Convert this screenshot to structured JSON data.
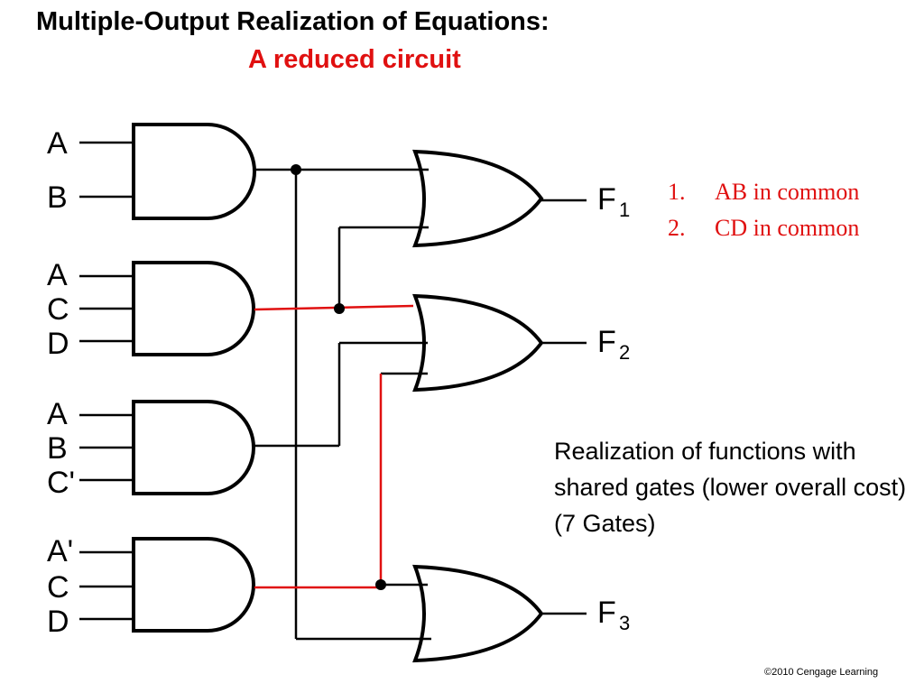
{
  "title": "Multiple-Output Realization of Equations:",
  "subtitle": "A reduced circuit",
  "notes": [
    {
      "num": "1.",
      "text": "AB in common"
    },
    {
      "num": "2.",
      "text": "CD in common"
    }
  ],
  "description": "Realization of functions with shared gates (lower overall cost) (7 Gates)",
  "copyright": "©2010 Cengage Learning",
  "circuit": {
    "and_gates": [
      {
        "inputs": [
          "A",
          "B"
        ]
      },
      {
        "inputs": [
          "A",
          "C",
          "D"
        ]
      },
      {
        "inputs": [
          "A",
          "B",
          "C'"
        ]
      },
      {
        "inputs": [
          "A'",
          "C",
          "D"
        ]
      }
    ],
    "or_gates": [
      {
        "output": "F",
        "sub": "1"
      },
      {
        "output": "F",
        "sub": "2"
      },
      {
        "output": "F",
        "sub": "3"
      }
    ]
  },
  "colors": {
    "highlight": "#e01010",
    "wire": "#000000"
  }
}
